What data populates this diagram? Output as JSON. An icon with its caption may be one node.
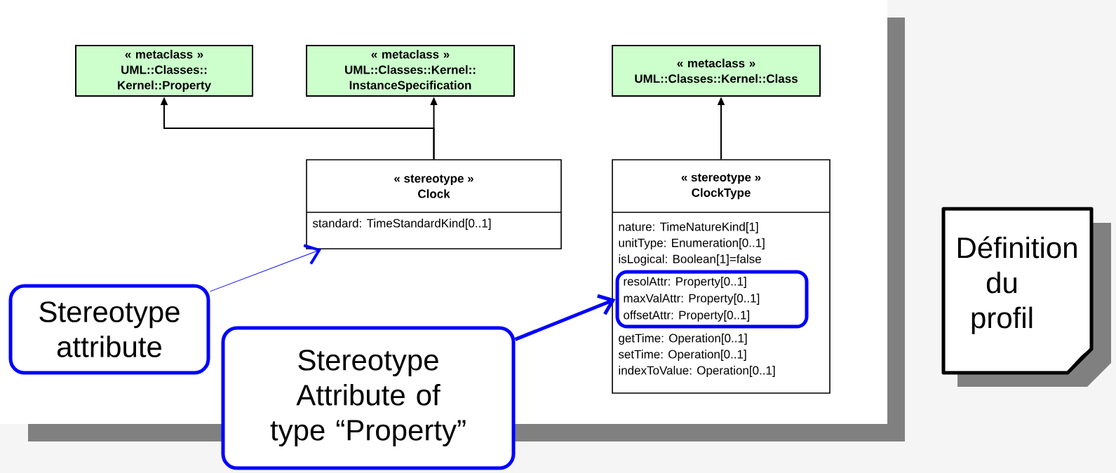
{
  "diagram": {
    "nodes": [
      {
        "text": [
          "« metaclass »",
          "UML::Classes:: Kernel::Property"
        ]
      },
      {
        "text": [
          "« metaclass »",
          "UML::Classes::Kernel:: InstanceSpecification"
        ]
      },
      {
        "text": [
          "« metaclass »",
          "UML::Classes::Kernel::Class"
        ]
      },
      {
        "text": [
          "« stereotype »",
          "Clock",
          "standard: TimeStandardKind[0..1]"
        ]
      },
      {
        "text": [
          "« stereotype »",
          "ClockType",
          "nature: TimeNatureKind[1]",
          "unitType: Enumeration[0..1]",
          "isLogical: Boolean[1]=false",
          "getTime: Operation[0..1]",
          "setTime: Operation[0..1]",
          "indexToValue: Operation[0..1]"
        ]
      },
      {
        "text": [
          "resolAttr: Property[0..1]",
          "maxValAttr: Property[0..1]",
          "offsetAttr: Property[0..1]"
        ],
        "in": 4
      },
      {
        "text": [
          "Stereotype attribute"
        ]
      },
      {
        "text": [
          "Stereotype Attribute of type “Property”"
        ]
      },
      {
        "text": [
          "Définition du profil"
        ]
      }
    ],
    "edges": [
      {
        "from": 3,
        "to": 0,
        "arrow": "to"
      },
      {
        "from": 3,
        "to": 1,
        "arrow": "to"
      },
      {
        "from": 4,
        "to": 2,
        "arrow": "to"
      },
      {
        "from": 6,
        "to": 3,
        "arrow": "to",
        "color": "#0000ff"
      },
      {
        "from": 7,
        "to": 5,
        "arrow": "to",
        "style": "thick",
        "color": "#0000ff"
      }
    ]
  }
}
